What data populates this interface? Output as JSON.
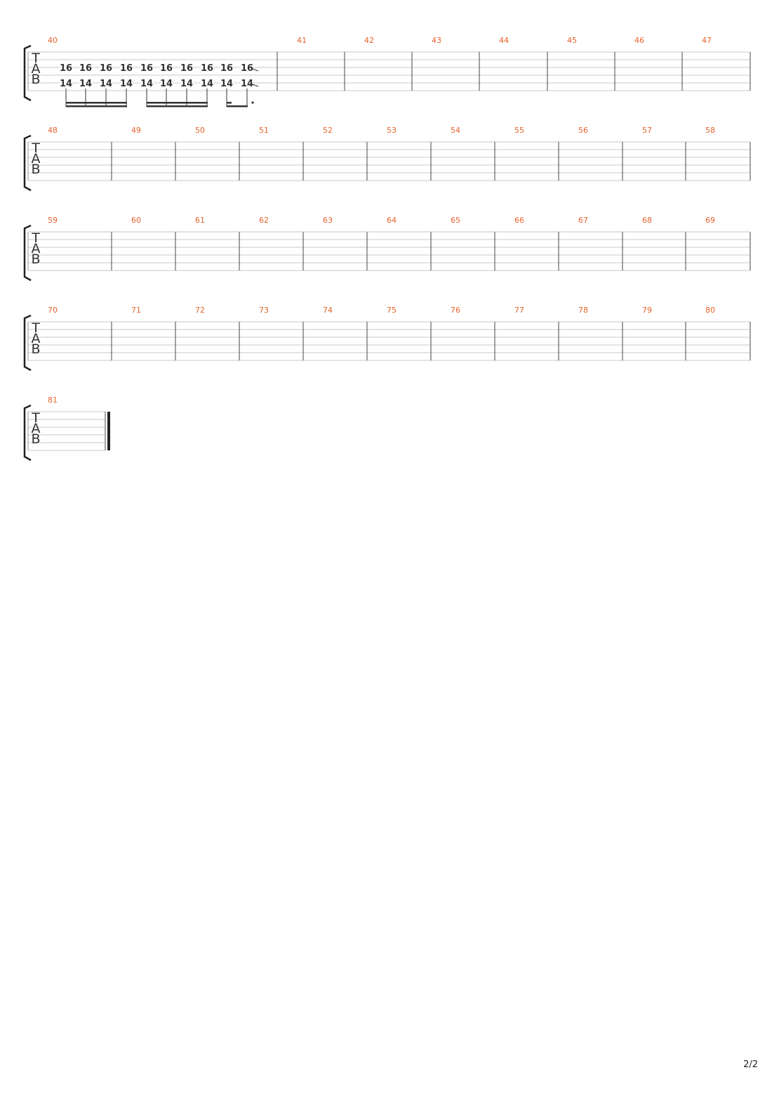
{
  "page": {
    "number": "2/2"
  },
  "tab_clef": {
    "letters": [
      "T",
      "A",
      "B"
    ]
  },
  "systems": [
    {
      "measures": [
        "40",
        "41",
        "42",
        "43",
        "44",
        "45",
        "46",
        "47"
      ]
    },
    {
      "measures": [
        "48",
        "49",
        "50",
        "51",
        "52",
        "53",
        "54",
        "55",
        "56",
        "57",
        "58"
      ]
    },
    {
      "measures": [
        "59",
        "60",
        "61",
        "62",
        "63",
        "64",
        "65",
        "66",
        "67",
        "68",
        "69"
      ]
    },
    {
      "measures": [
        "70",
        "71",
        "72",
        "73",
        "74",
        "75",
        "76",
        "77",
        "78",
        "79",
        "80"
      ]
    },
    {
      "measures": [
        "81"
      ],
      "final": true
    }
  ],
  "notes": {
    "measure": "40",
    "upper_string_fret": [
      "16",
      "16",
      "16",
      "16",
      "16",
      "16",
      "16",
      "16",
      "16",
      "16"
    ],
    "lower_string_fret": [
      "14",
      "14",
      "14",
      "14",
      "14",
      "14",
      "14",
      "14",
      "14",
      "14"
    ],
    "last_note_slide_out": true
  },
  "colors": {
    "measure_number": "#e8612c",
    "text": "#333333",
    "staff_line": "#c8c8c8"
  }
}
